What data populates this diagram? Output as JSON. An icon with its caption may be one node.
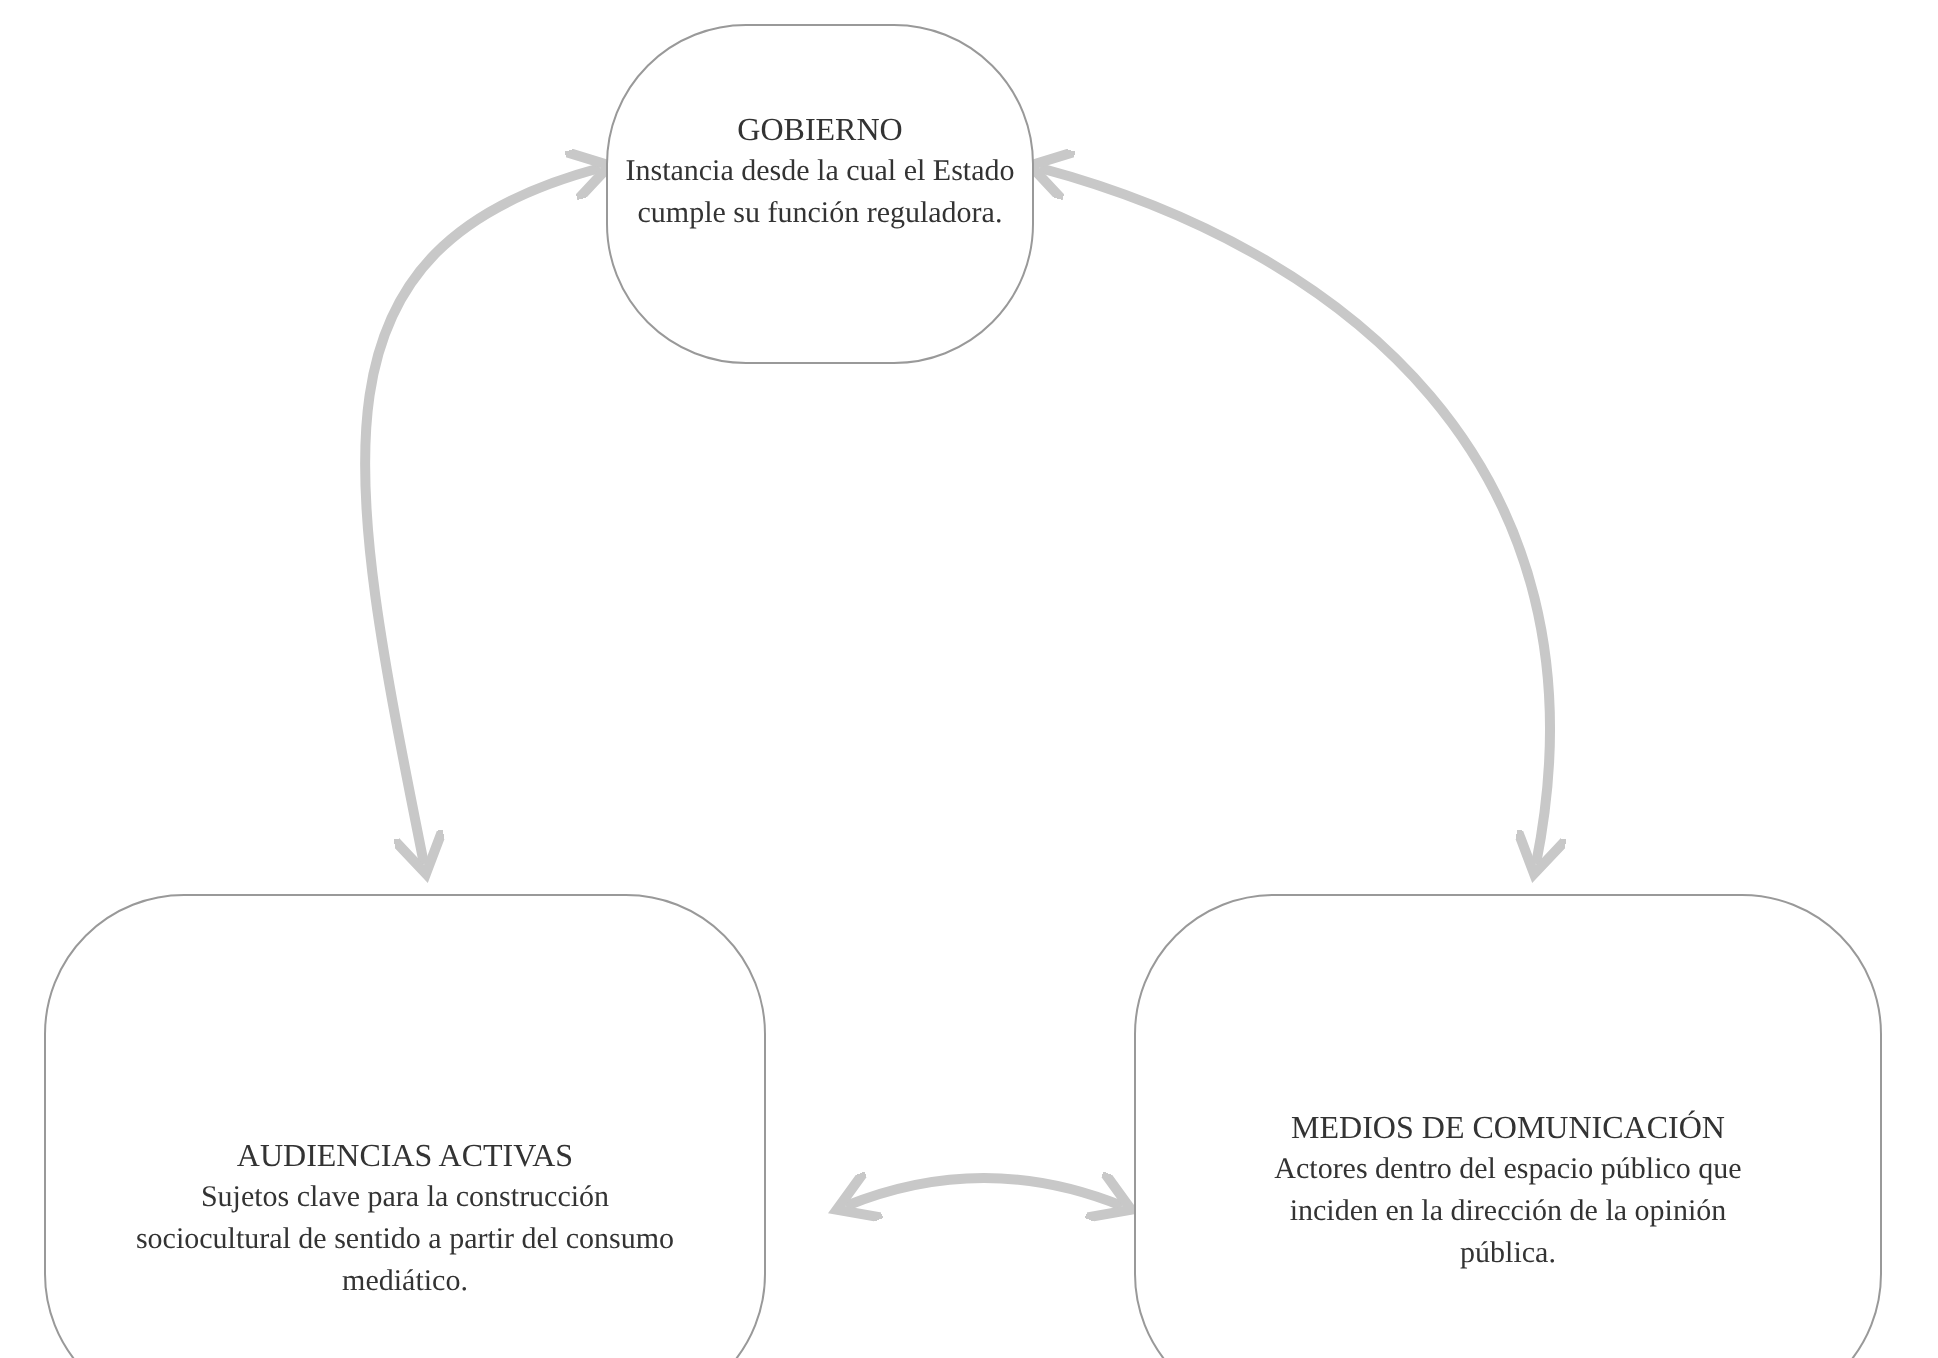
{
  "diagram": {
    "nodes": [
      {
        "text": [
          "GOBIERNO",
          "Instancia desde la cual el Estado cumple su función reguladora."
        ]
      },
      {
        "text": [
          "AUDIENCIAS ACTIVAS",
          "Sujetos clave para la construcción sociocultural de sentido a partir del consumo mediático."
        ]
      },
      {
        "text": [
          "MEDIOS DE COMUNICACIÓN",
          "Actores dentro del espacio público que inciden en la dirección de la opinión pública."
        ]
      }
    ],
    "edges": [
      {
        "from": 0,
        "to": 1,
        "arrow": "both"
      },
      {
        "from": 0,
        "to": 2,
        "arrow": "both"
      },
      {
        "from": 1,
        "to": 2,
        "arrow": "both"
      }
    ]
  }
}
